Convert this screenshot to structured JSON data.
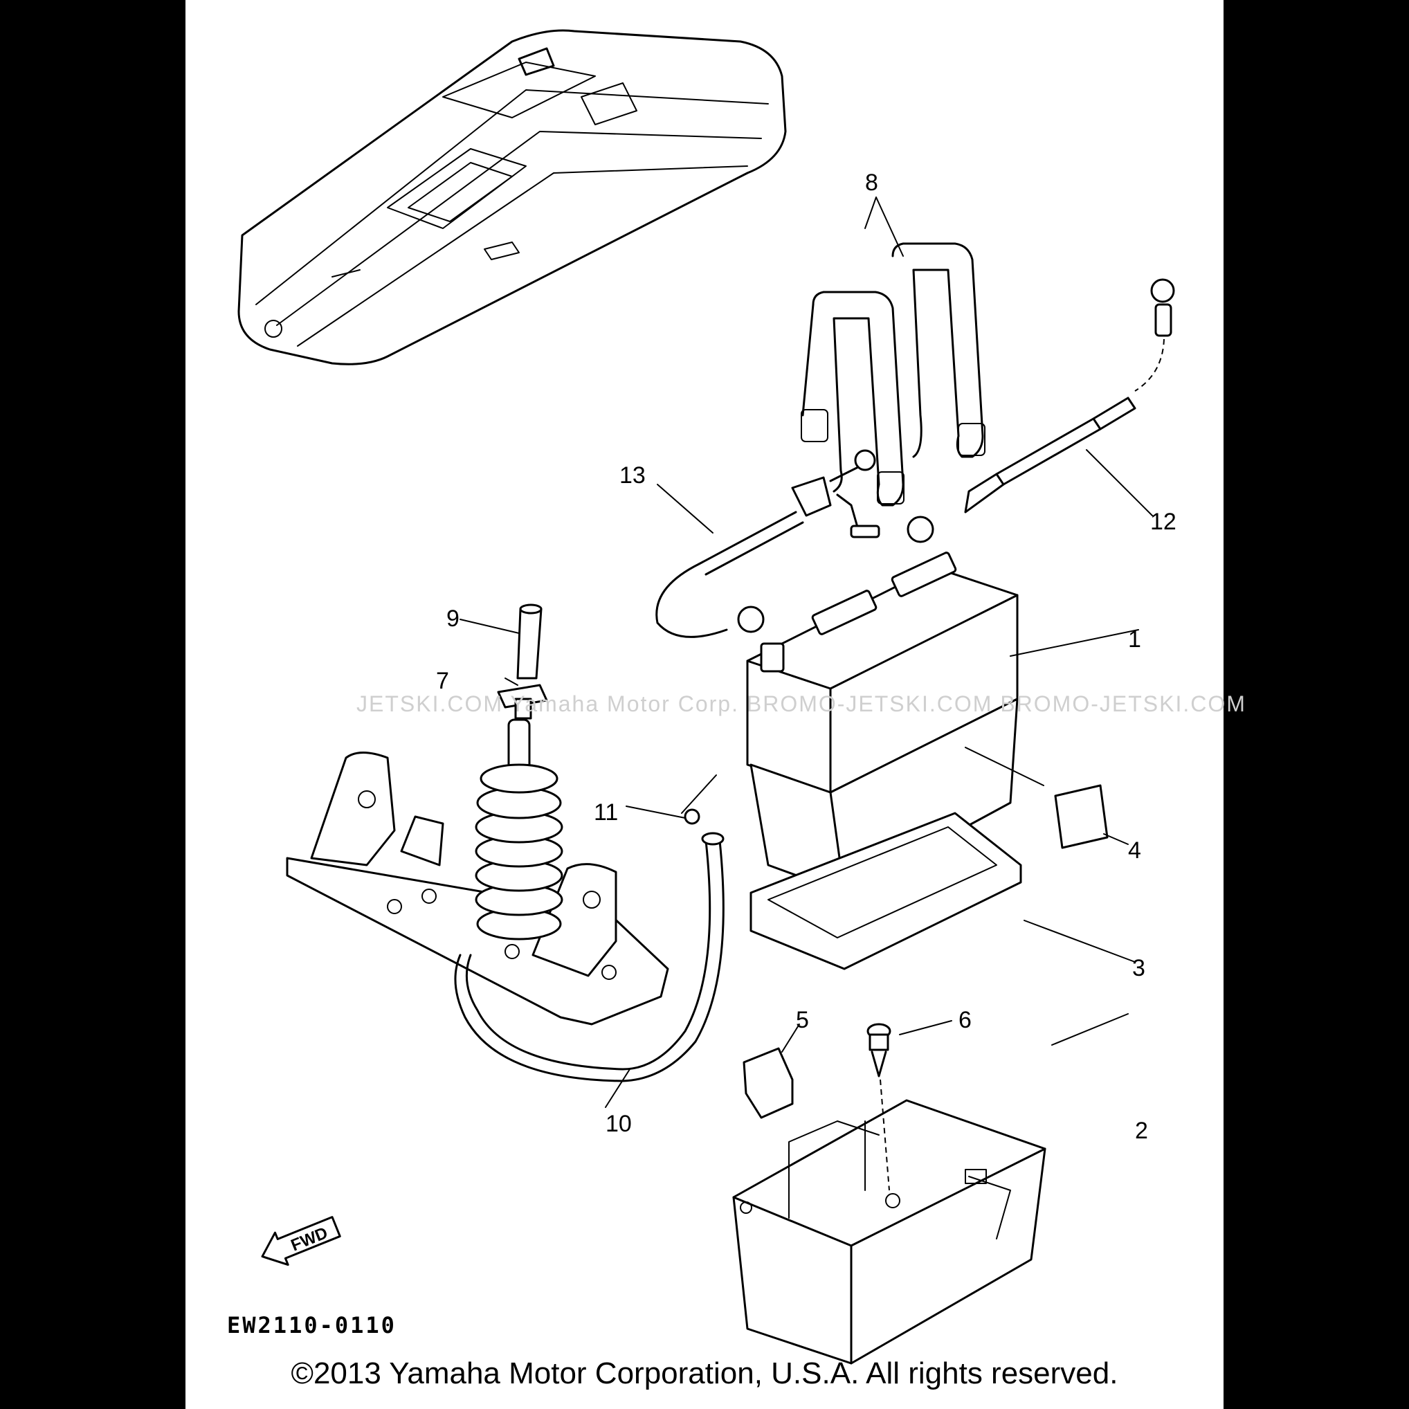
{
  "diagram": {
    "callouts": {
      "c1": "1",
      "c2": "2",
      "c3": "3",
      "c4": "4",
      "c5": "5",
      "c6": "6",
      "c7": "7",
      "c8": "8",
      "c9": "9",
      "c10": "10",
      "c11": "11",
      "c12": "12",
      "c13": "13"
    },
    "direction_arrow_label": "FWD",
    "diagram_code": "EW2110-0110",
    "watermark": "JETSKI.COM  Yamaha Motor Corp. BROMO-JETSKI.COM  BROMO-JETSKI.COM",
    "copyright": "©2013 Yamaha Motor Corporation, U.S.A. All rights reserved."
  }
}
